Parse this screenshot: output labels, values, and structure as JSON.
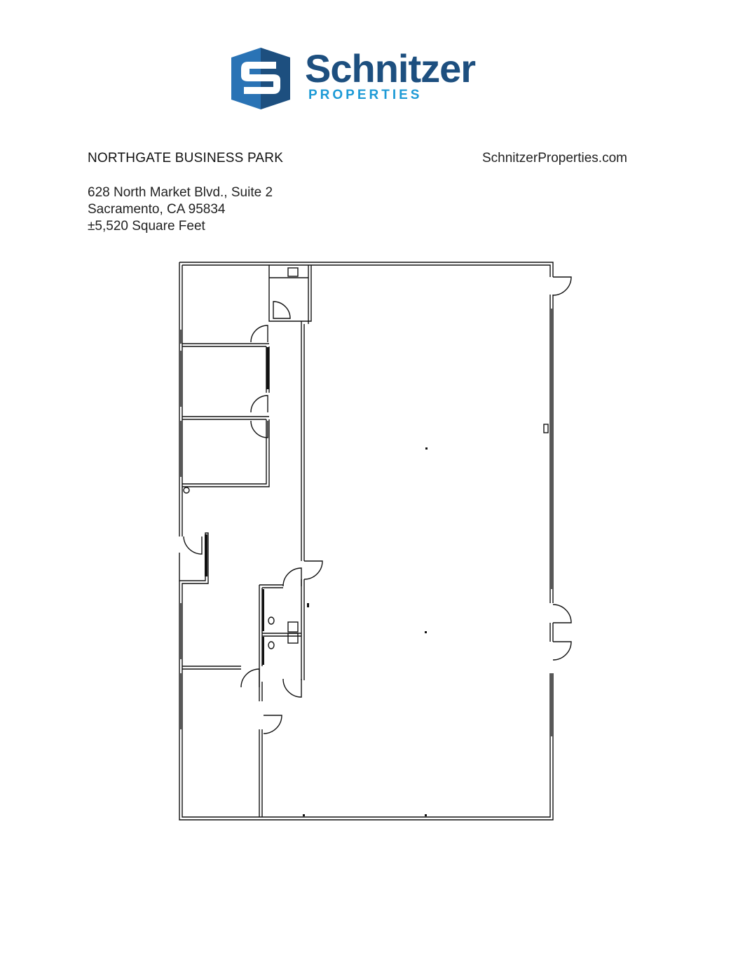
{
  "brand": {
    "name": "Schnitzer",
    "subtitle": "PROPERTIES",
    "colors": {
      "dark": "#1d4f7f",
      "light": "#1d9ad6",
      "mark": "#2a73b5"
    }
  },
  "header": {
    "property_name": "NORTHGATE BUSINESS PARK",
    "website": "SchnitzerProperties.com"
  },
  "address": {
    "street": "628 North Market Blvd., Suite 2",
    "city_state_zip": "Sacramento, CA 95834",
    "area": "±5,520 Square Feet"
  }
}
